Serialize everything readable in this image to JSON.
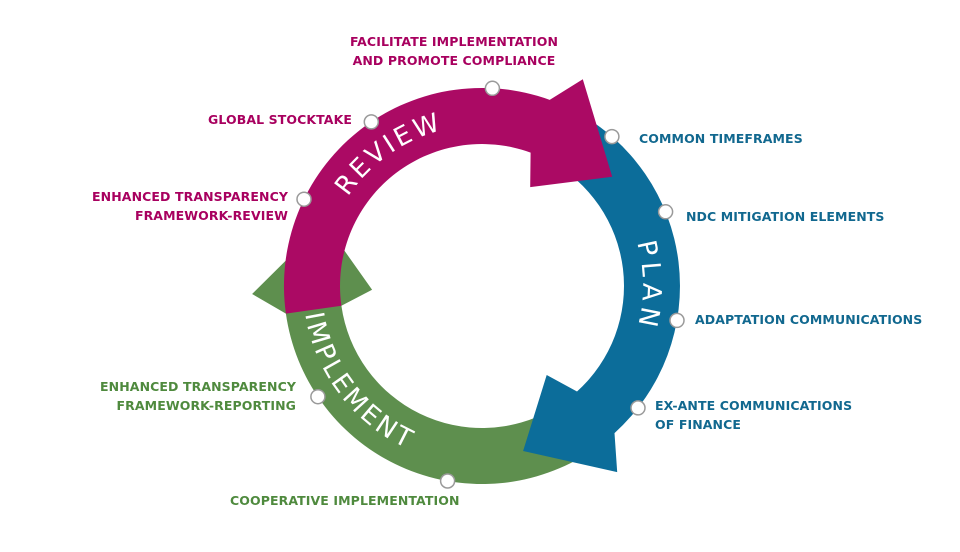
{
  "colors": {
    "review": "#ab0a64",
    "plan": "#0c6d9a",
    "implement": "#5e8f4e",
    "review_text": "#a8005f",
    "plan_text": "#11688f",
    "implement_text": "#4f8a3e",
    "node_fill": "#ffffff",
    "node_stroke": "#9a9a9a"
  },
  "phases": [
    {
      "id": "review",
      "label": "REVIEW"
    },
    {
      "id": "plan",
      "label": "PLAN"
    },
    {
      "id": "implement",
      "label": "IMPLEMENT"
    }
  ],
  "labels": {
    "facilitate": [
      "FACILITATE IMPLEMENTATION",
      "AND PROMOTE COMPLIANCE"
    ],
    "global_stocktake": [
      "GLOBAL STOCKTAKE"
    ],
    "etf_review": [
      "ENHANCED TRANSPARENCY",
      "FRAMEWORK-REVIEW"
    ],
    "common_timeframes": [
      "COMMON TIMEFRAMES"
    ],
    "ndc_mitigation": [
      "NDC MITIGATION ELEMENTS"
    ],
    "adaptation": [
      "ADAPTATION COMMUNICATIONS"
    ],
    "ex_ante": [
      "EX-ANTE COMMUNICATIONS",
      "OF FINANCE"
    ],
    "etf_reporting": [
      "ENHANCED TRANSPARENCY",
      "FRAMEWORK-REPORTING"
    ],
    "cooperative": [
      "COOPERATIVE IMPLEMENTATION"
    ]
  }
}
